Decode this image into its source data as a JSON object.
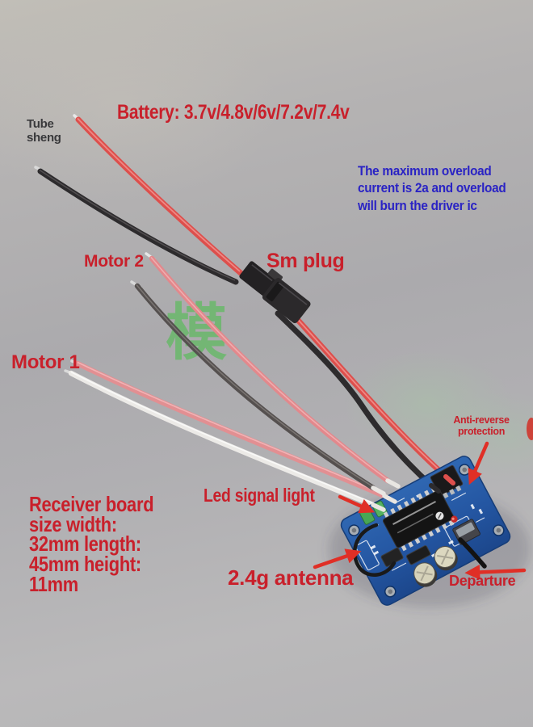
{
  "meta": {
    "description": "Annotated product photo of a 2.4g RC receiver board with battery and motor wires"
  },
  "colors": {
    "label_red": "#c9202b",
    "label_blue": "#2a23c4",
    "label_dark": "#39393b",
    "background_gray": "#b0afb1",
    "pcb_blue": "#2456a2",
    "wire_red": "#dd4f4c",
    "wire_black": "#2d2b2d",
    "wire_pink": "#e28f92",
    "wire_white": "#eceae7",
    "wire_gray": "#55504f",
    "watermark_green": "#3cc13c",
    "arrow_red": "#e02f26"
  },
  "labels": {
    "tube_sheng": "Tube\nsheng",
    "battery": "Battery: 3.7v/4.8v/6v/7.2v/7.4v",
    "overload_warning": "The maximum overload\ncurrent is 2a and overload\nwill burn the driver ic",
    "motor2": "Motor 2",
    "sm_plug": "Sm plug",
    "motor1": "Motor 1",
    "anti_reverse": "Anti-reverse\nprotection",
    "receiver_size": "Receiver board\nsize width:\n32mm length:\n45mm height:\n11mm",
    "led_signal": "Led signal light",
    "antenna": "2.4g antenna",
    "departure": "Departure",
    "watermark_center": "模"
  }
}
